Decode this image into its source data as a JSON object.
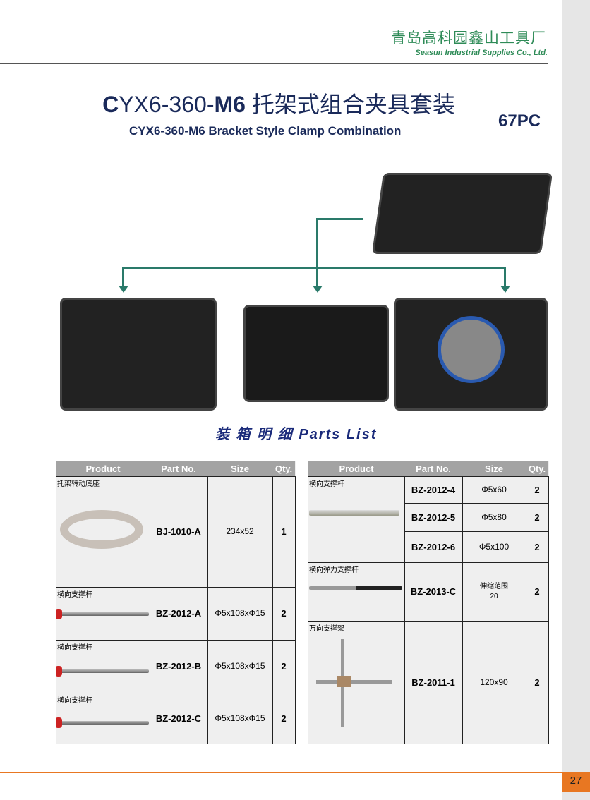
{
  "header": {
    "company_cn": "青岛高科园鑫山工具厂",
    "company_en": "Seasun Industrial Supplies Co., Ltd."
  },
  "title": {
    "cn_prefix": "C",
    "model": "YX6-360-",
    "model_bold": "M6",
    "cn_name": " 托架式组合夹具套装",
    "en": "CYX6-360-M6 Bracket Style Clamp Combination",
    "count": "67PC"
  },
  "parts_title": "装 箱 明 细  Parts List",
  "columns": [
    "Product",
    "Part No.",
    "Size",
    "Qty."
  ],
  "left_table": [
    {
      "product": "托架转动底座",
      "part": "BJ-1010-A",
      "size": "234x52",
      "qty": "1"
    },
    {
      "product": "横向支撑杆",
      "part": "BZ-2012-A",
      "size": "Φ5x108xΦ15",
      "qty": "2"
    },
    {
      "product": "横向支撑杆",
      "part": "BZ-2012-B",
      "size": "Φ5x108xΦ15",
      "qty": "2"
    },
    {
      "product": "横向支撑杆",
      "part": "BZ-2012-C",
      "size": "Φ5x108xΦ15",
      "qty": "2"
    }
  ],
  "right_table": [
    {
      "product": "横向支撑杆",
      "rows": [
        {
          "part": "BZ-2012-4",
          "size": "Φ5x60",
          "qty": "2"
        },
        {
          "part": "BZ-2012-5",
          "size": "Φ5x80",
          "qty": "2"
        },
        {
          "part": "BZ-2012-6",
          "size": "Φ5x100",
          "qty": "2"
        }
      ]
    },
    {
      "product": "横向弹力支撑杆",
      "rows": [
        {
          "part": "BZ-2013-C",
          "size": "伸缩范围",
          "size2": "20",
          "qty": "2"
        }
      ]
    },
    {
      "product": "万向支撑架",
      "rows": [
        {
          "part": "BZ-2011-1",
          "size": "120x90",
          "qty": "2"
        }
      ]
    }
  ],
  "page_number": "27"
}
